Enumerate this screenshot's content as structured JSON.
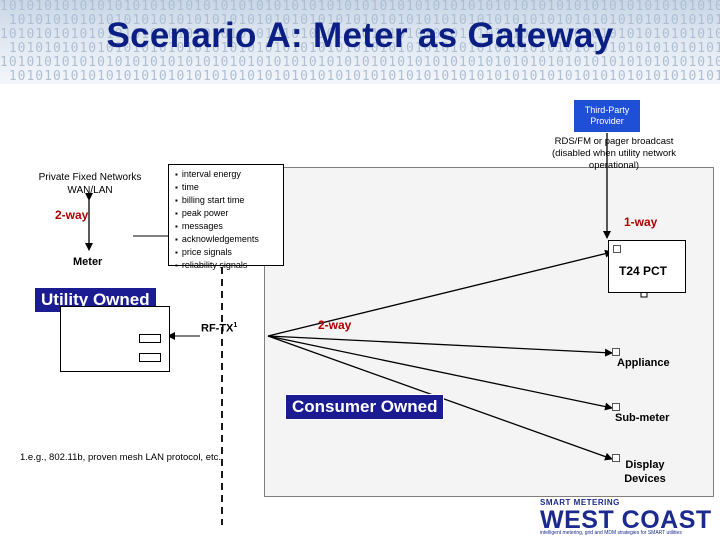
{
  "title": "Scenario A: Meter as Gateway",
  "third_party": "Third-Party Provider",
  "broadcast_note": "RDS/FM or pager broadcast (disabled when utility network operational)",
  "private_networks": "Private Fixed Networks WAN/LAN",
  "info_items": [
    "interval energy",
    "time",
    "billing start time",
    "peak power",
    "messages",
    "acknowledgements",
    "price signals",
    "reliability signals"
  ],
  "meter": "Meter",
  "two_way_left": "2-way",
  "one_way": "1-way",
  "t24": "T24 PCT",
  "utility_owned": "Utility Owned",
  "rftx_label": "RF-TX",
  "rftx_sup": "1",
  "two_way_mid": "2-way",
  "appliance": "Appliance",
  "consumer_owned": "Consumer Owned",
  "submeter": "Sub-meter",
  "display_devices": "Display Devices",
  "footnote": "1.e.g., 802.11b, proven mesh LAN protocol, etc.",
  "logo": {
    "top": "SMART METERING",
    "main": "WEST COAST",
    "tag": "intelligent metering, grid and MDM strategies for SMART utilities"
  },
  "colors": {
    "title": "#0a1e84",
    "banner": "#1c1c92",
    "third_party": "#1f4fd6",
    "accent_red": "#b00000"
  }
}
